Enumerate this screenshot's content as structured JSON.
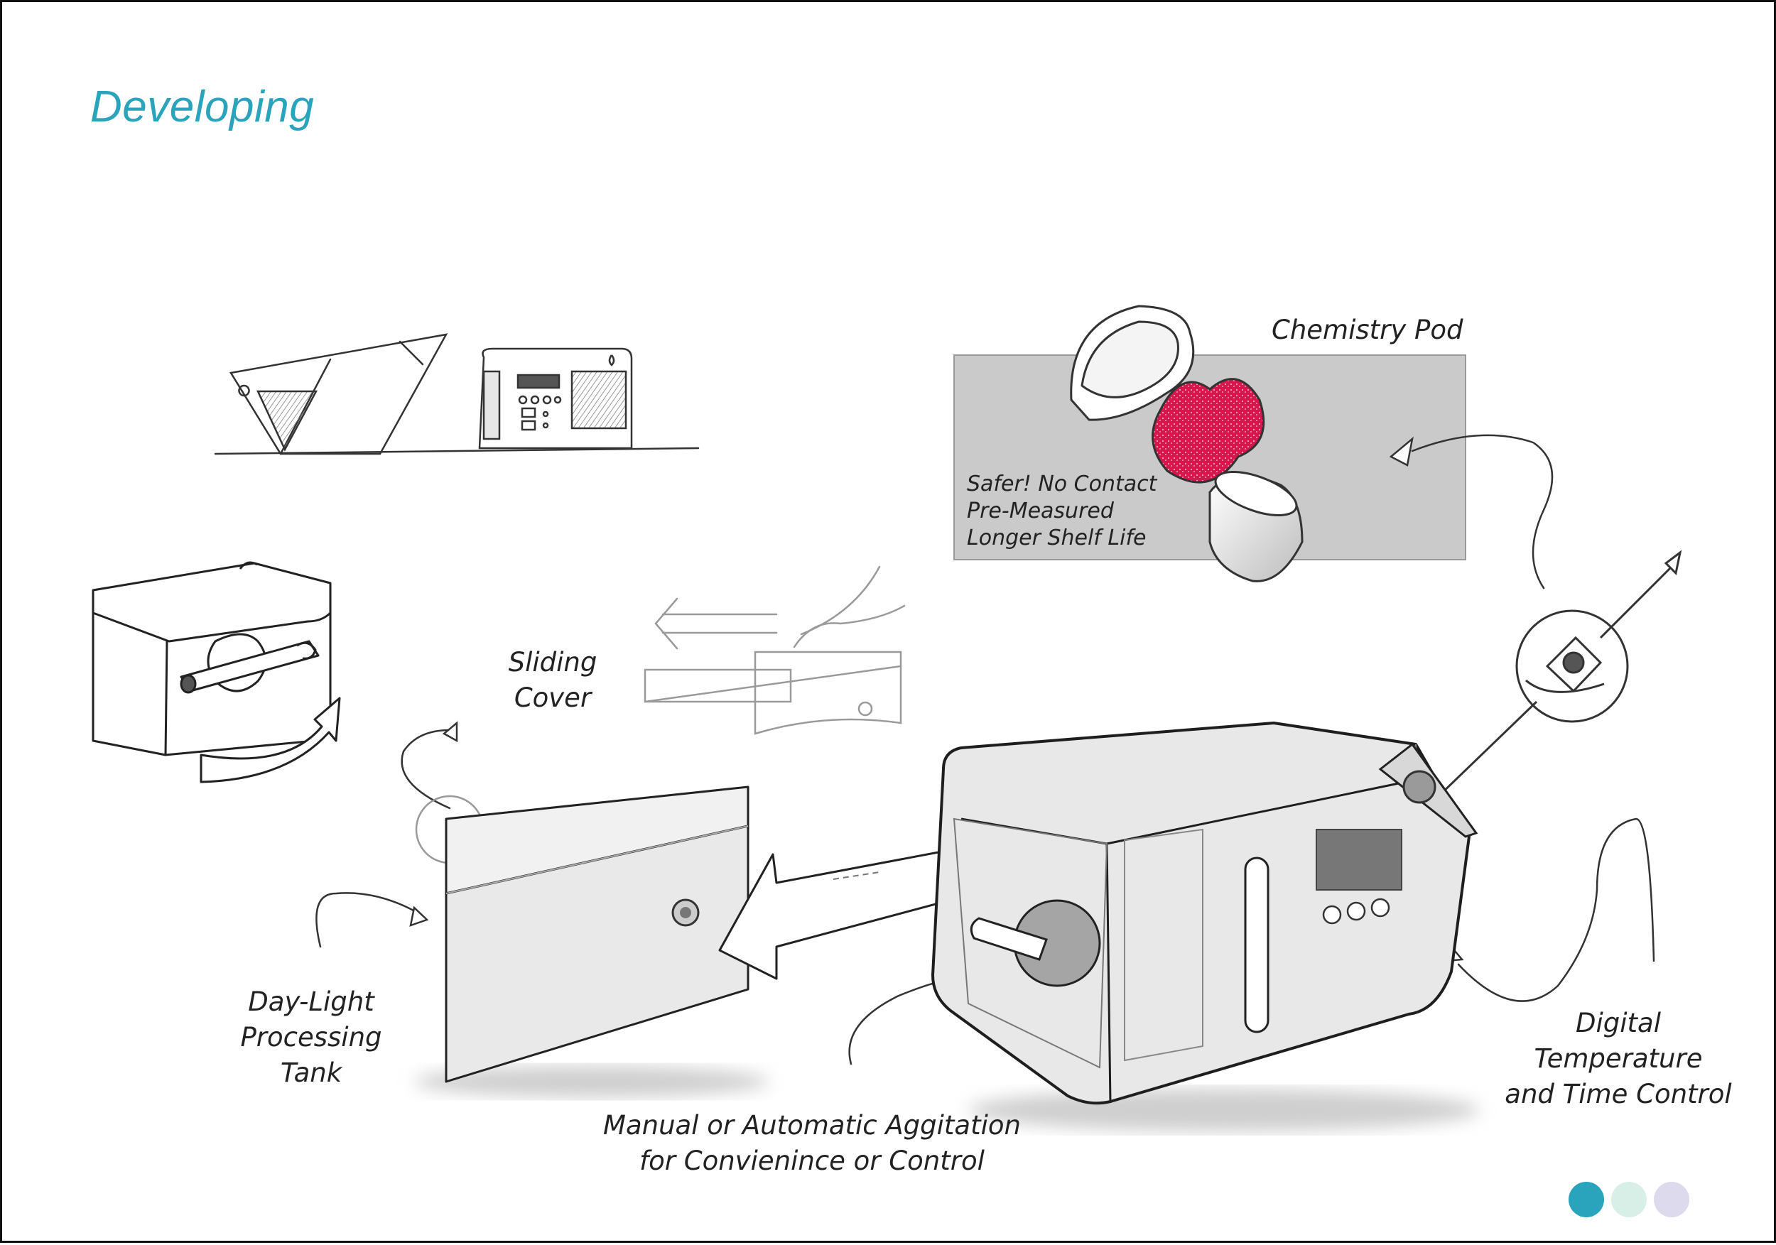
{
  "title": "Developing",
  "labels": {
    "chemistry_pod": "Chemistry Pod",
    "pod_benefits": [
      "Safer! No Contact",
      "Pre-Measured",
      "Longer Shelf Life"
    ],
    "sliding_cover": [
      "Sliding",
      "Cover"
    ],
    "processing_tank": [
      "Day-Light",
      "Processing",
      "Tank"
    ],
    "agitation": [
      "Manual or Automatic Aggitation",
      "for Convienince or Control"
    ],
    "digital_control": [
      "Digital",
      "Temperature",
      "and Time Control"
    ]
  },
  "colors": {
    "title": "#2aa3bd",
    "chemistry": "#d8164e",
    "panel": "#c9c9c9",
    "device_fill": "#e8e8e8",
    "stroke": "#1e1e1e",
    "dot_1": "#2aa3bd",
    "dot_2": "#d7efe6",
    "dot_3": "#dcdaec"
  },
  "icons": [
    "sketch-triangle-tank",
    "sketch-device-front",
    "sketch-tank-with-handle",
    "sliding-cover-sketch",
    "chemistry-pod-lid",
    "chemistry-pod-cup",
    "magnifier-circle",
    "processing-tank",
    "developer-machine"
  ]
}
